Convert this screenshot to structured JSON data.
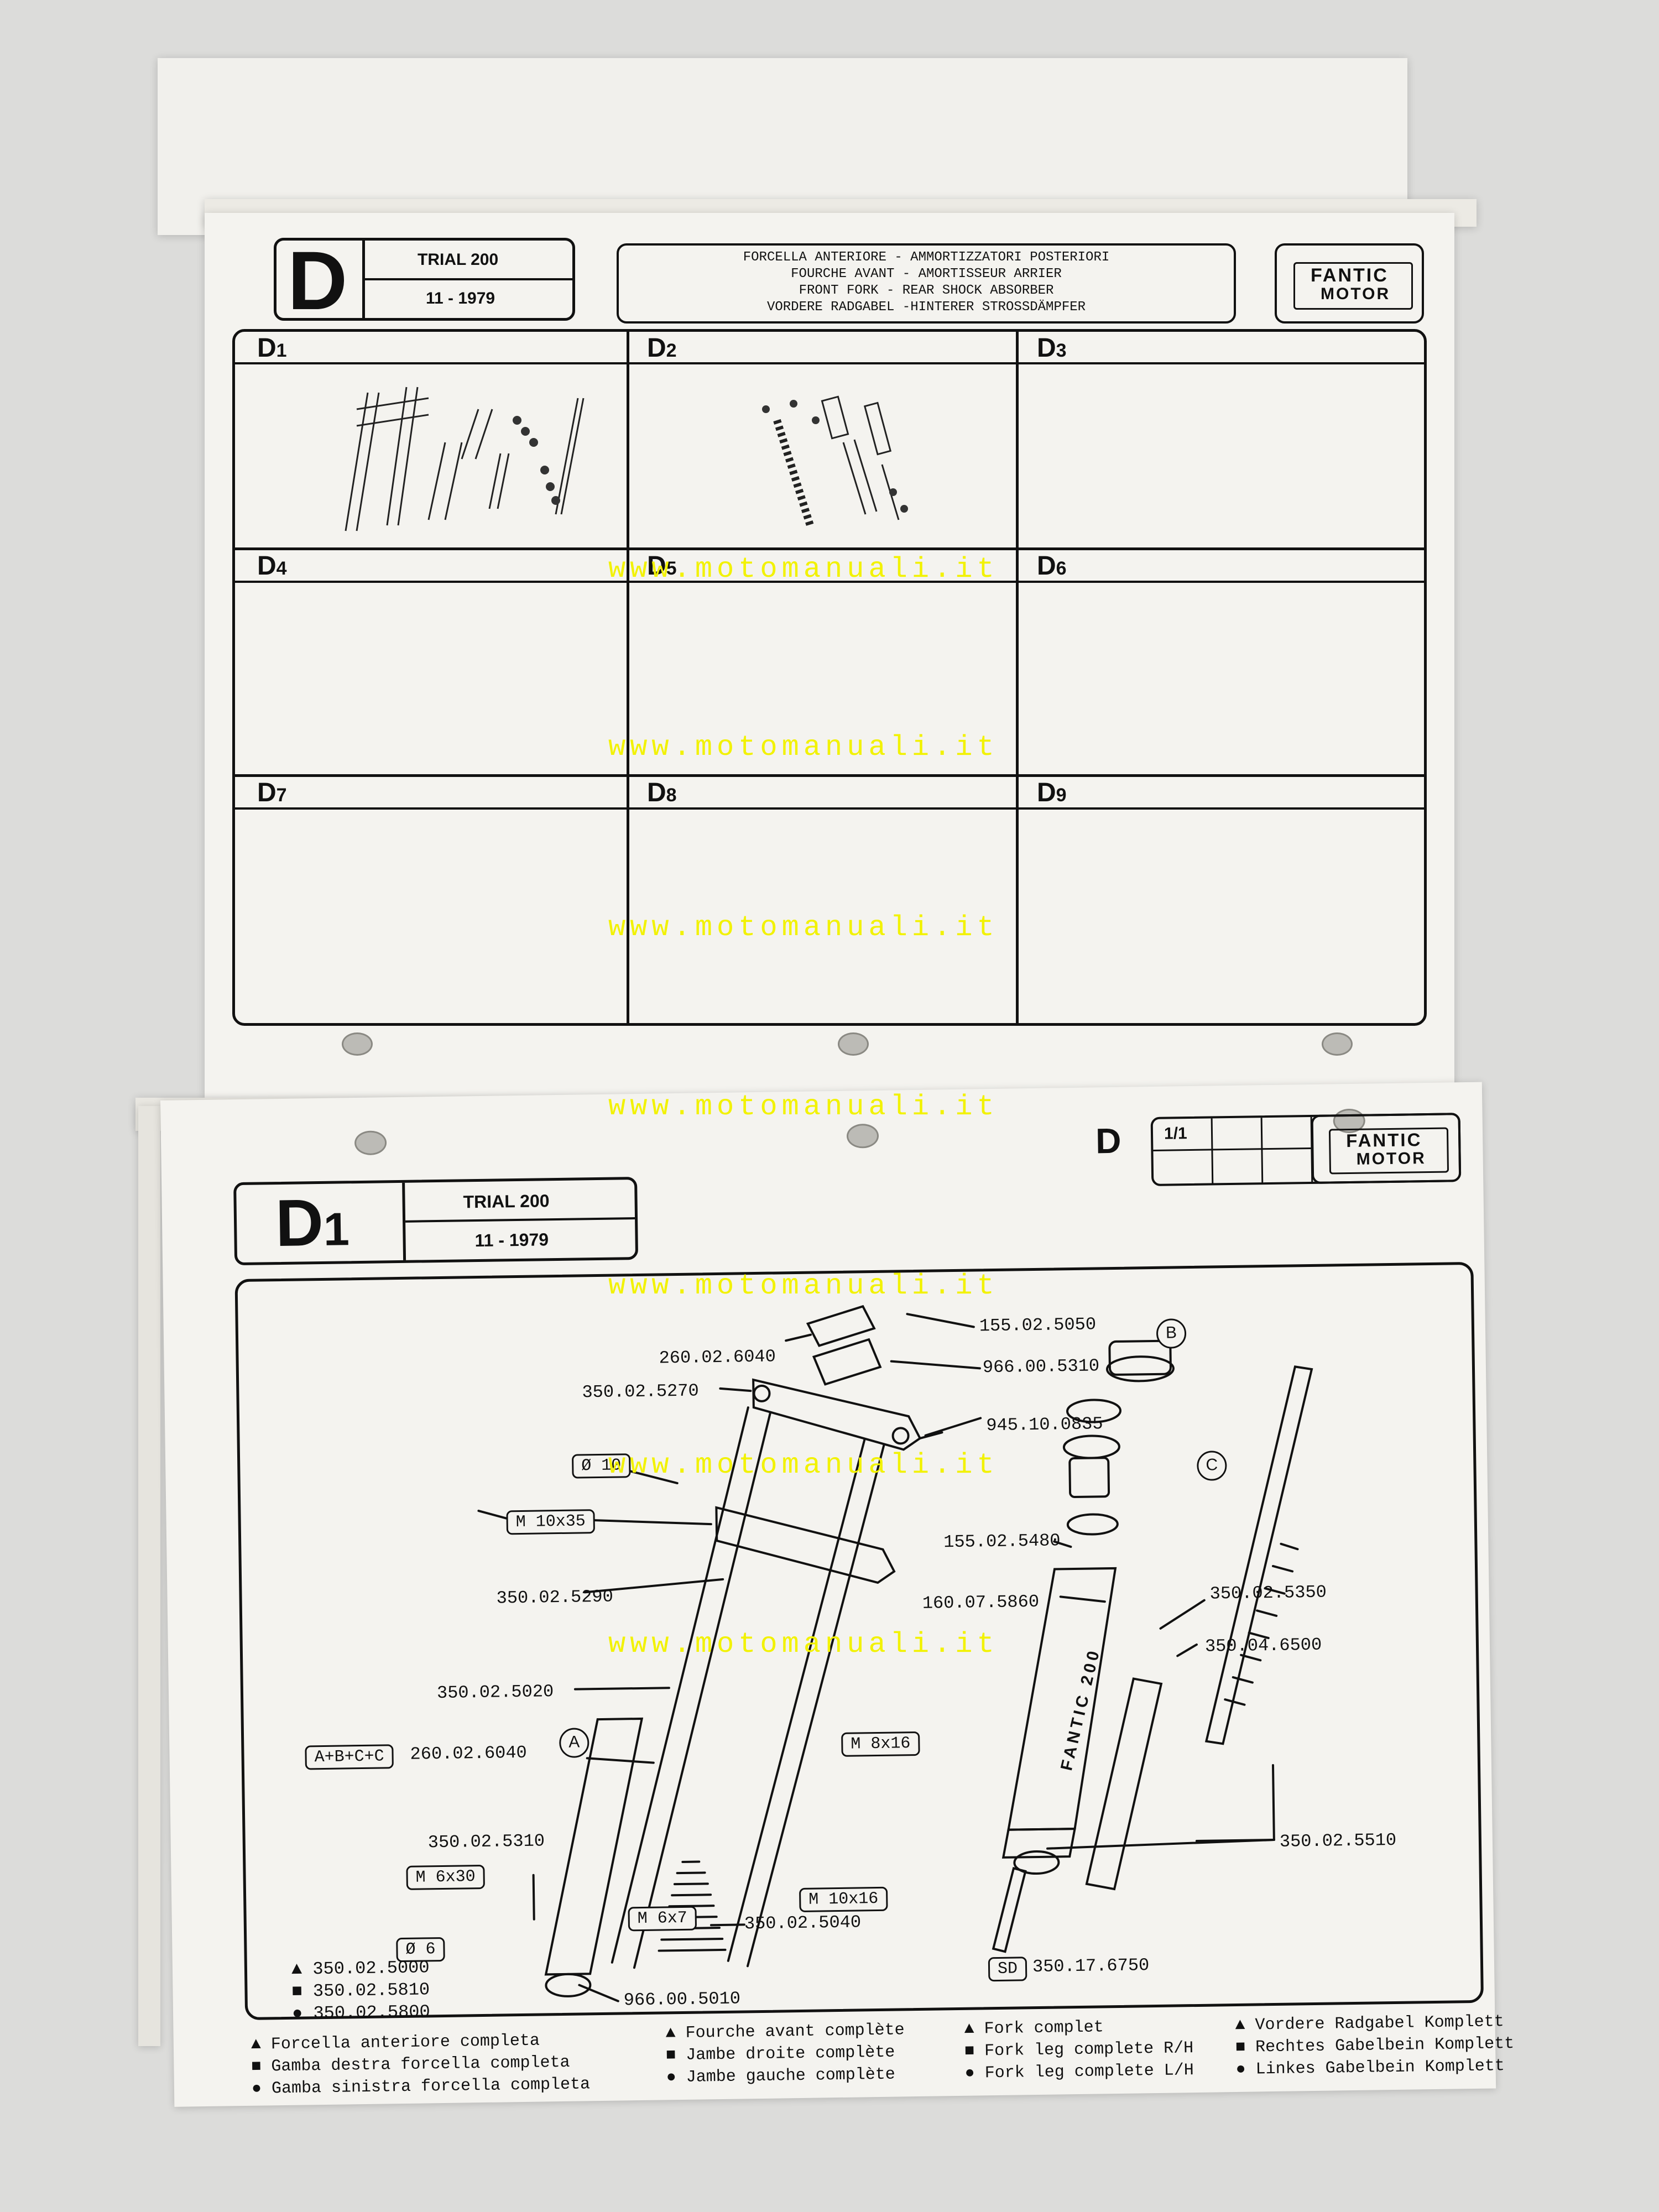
{
  "top_sheet": {
    "section_letter": "D",
    "model": "TRIAL 200",
    "date": "11 - 1979",
    "titles": [
      "FORCELLA ANTERIORE - AMMORTIZZATORI POSTERIORI",
      "FOURCHE AVANT - AMORTISSEUR ARRIER",
      "FRONT FORK - REAR SHOCK ABSORBER",
      "VORDERE RADGABEL -HINTERER STROSSDÄMPFER"
    ],
    "logo_lines": [
      "FANTIC",
      "MOTOR"
    ],
    "cells": [
      {
        "letter": "D",
        "num": "1"
      },
      {
        "letter": "D",
        "num": "2"
      },
      {
        "letter": "D",
        "num": "3"
      },
      {
        "letter": "D",
        "num": "4"
      },
      {
        "letter": "D",
        "num": "5"
      },
      {
        "letter": "D",
        "num": "6"
      },
      {
        "letter": "D",
        "num": "7"
      },
      {
        "letter": "D",
        "num": "8"
      },
      {
        "letter": "D",
        "num": "9"
      }
    ]
  },
  "bottom_sheet": {
    "section_letter": "D",
    "page": "1/1",
    "table_letter": "D",
    "table_num": "1",
    "model": "TRIAL 200",
    "date": "11 - 1979",
    "logo_lines": [
      "FANTIC",
      "MOTOR"
    ],
    "parts": {
      "p1": "155.02.5050",
      "p2": "260.02.6040",
      "p3": "966.00.5310",
      "p4": "350.02.5270",
      "p5": "945.10.0835",
      "p6": "155.02.5480",
      "p7": "350.02.5290",
      "p8": "160.07.5860",
      "p9": "350.02.5350",
      "p10": "350.02.5020",
      "p11": "350.04.6500",
      "p12": "260.02.6040",
      "p13": "350.02.5310",
      "p14": "350.02.5040",
      "p15": "966.00.5010",
      "p16": "350.02.5510",
      "p17": "350.17.6750"
    },
    "tags": {
      "d10": "Ø 10",
      "m10x35": "M 10x35",
      "abc": "A+B+C+C",
      "m8x16": "M 8x16",
      "m6x30": "M 6x30",
      "d6": "Ø 6",
      "m6x7": "M 6x7",
      "m10x16": "M 10x16",
      "sd": "SD"
    },
    "callouts": {
      "a": "A",
      "b": "B",
      "c": "C"
    },
    "decal_text": "FANTIC 200",
    "kits": [
      {
        "symbol": "▲",
        "code": "350.02.5000"
      },
      {
        "symbol": "■",
        "code": "350.02.5810"
      },
      {
        "symbol": "●",
        "code": "350.02.5800"
      }
    ],
    "legend": [
      [
        "Forcella anteriore completa",
        "Gamba destra forcella completa",
        "Gamba sinistra forcella completa"
      ],
      [
        "Fourche avant complète",
        "Jambe droite complète",
        "Jambe gauche complète"
      ],
      [
        "Fork complet",
        "Fork leg complete R/H",
        "Fork leg complete L/H"
      ],
      [
        "Vordere Radgabel Komplett",
        "Rechtes Gabelbein Komplett",
        "Linkes Gabelbein Komplett"
      ]
    ],
    "legend_symbols": [
      "▲",
      "■",
      "●"
    ]
  },
  "watermark": "www.motomanuali.it"
}
